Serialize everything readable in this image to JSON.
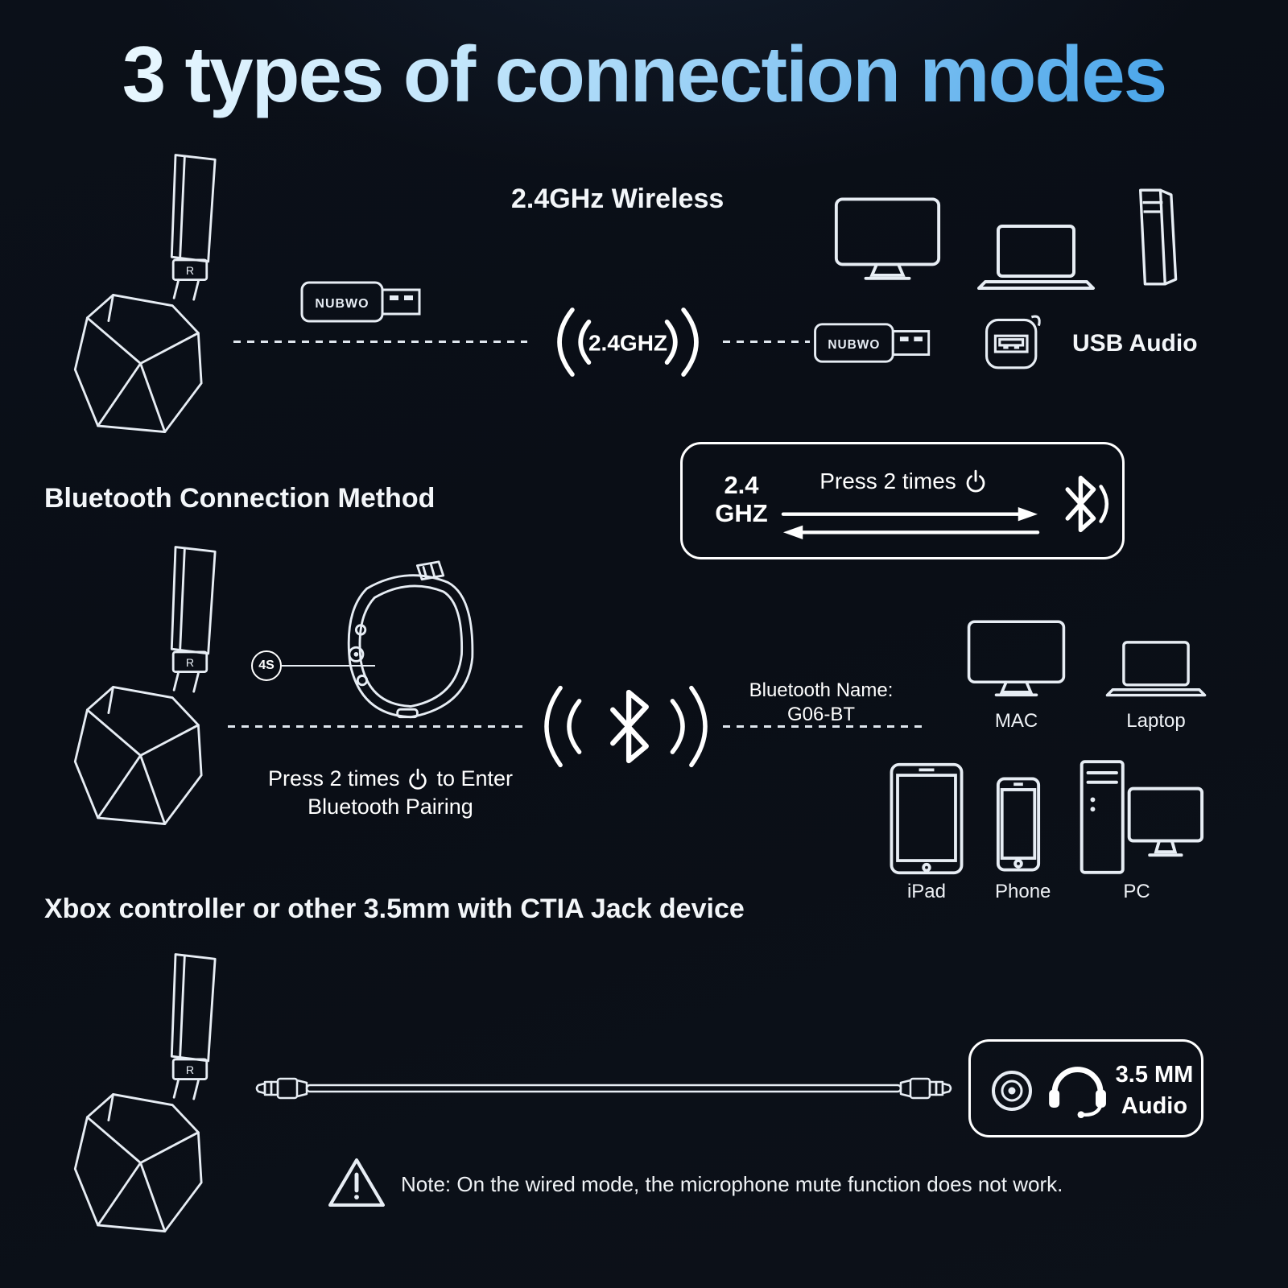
{
  "title": "3 types of connection modes",
  "headset": {
    "marker": "R"
  },
  "wireless": {
    "heading": "2.4GHz Wireless",
    "dongle_label": "NUBWO",
    "signal_label": "2.4GHZ",
    "usb_audio_label": "USB Audio"
  },
  "mode_box": {
    "freq_line1": "2.4",
    "freq_line2": "GHZ",
    "press_label": "Press 2 times"
  },
  "bluetooth": {
    "heading": "Bluetooth Connection Method",
    "badge": "4S",
    "press_prefix": "Press 2 times",
    "press_suffix": "to Enter",
    "press_line2": "Bluetooth Pairing",
    "bt_name_label": "Bluetooth Name:",
    "bt_name_value": "G06-BT",
    "devices": [
      {
        "label": "MAC"
      },
      {
        "label": "Laptop"
      },
      {
        "label": "iPad"
      },
      {
        "label": "Phone"
      },
      {
        "label": "PC"
      }
    ]
  },
  "wired": {
    "heading": "Xbox controller or other 3.5mm with CTIA Jack device",
    "audio_line1": "3.5 MM",
    "audio_line2": "Audio"
  },
  "note": {
    "text": "Note: On the wired mode, the microphone mute function does not work."
  },
  "colors": {
    "background": "#0a0e16",
    "line_art": "#e7edf4",
    "title_gradient_start": "#f2fbff",
    "title_gradient_end": "#3e9fe8"
  }
}
